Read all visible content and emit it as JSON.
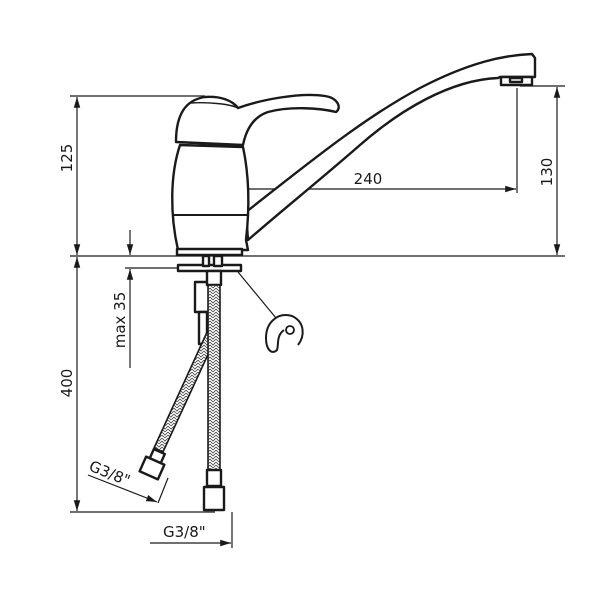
{
  "drawing": {
    "title": "Single-lever sink mixer dimension drawing",
    "dimensions": {
      "body_height": "125",
      "spout_reach": "240",
      "spout_height": "130",
      "max_counter_thickness": "max 35",
      "hose_length": "400",
      "hose_thread_left": "G3/8\"",
      "hose_thread_right": "G3/8\""
    },
    "colors": {
      "line": "#1a1a1a",
      "background": "#ffffff"
    }
  }
}
